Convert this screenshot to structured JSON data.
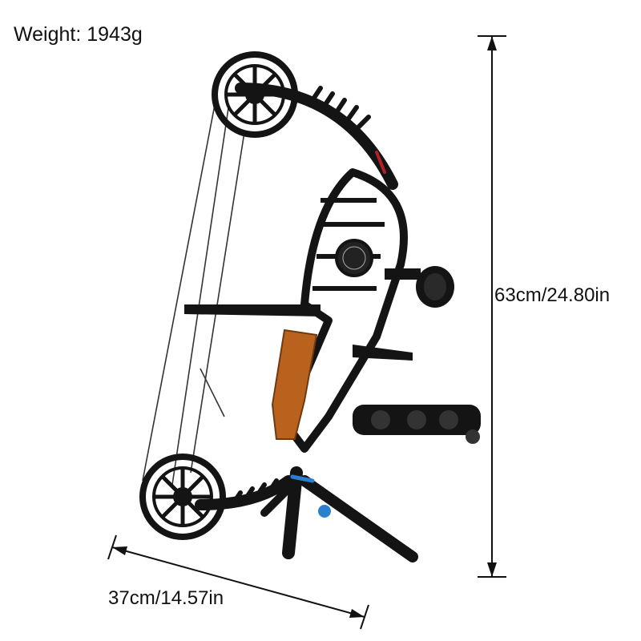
{
  "product": {
    "weight_label": "Weight: 1943g",
    "height_label": "63cm/24.80in",
    "width_label": "37cm/14.57in"
  },
  "colors": {
    "body": "#141414",
    "grip": "#b8621e",
    "accent_red": "#b3202a",
    "accent_blue": "#2b7fd0",
    "dimension_line": "#111111"
  }
}
